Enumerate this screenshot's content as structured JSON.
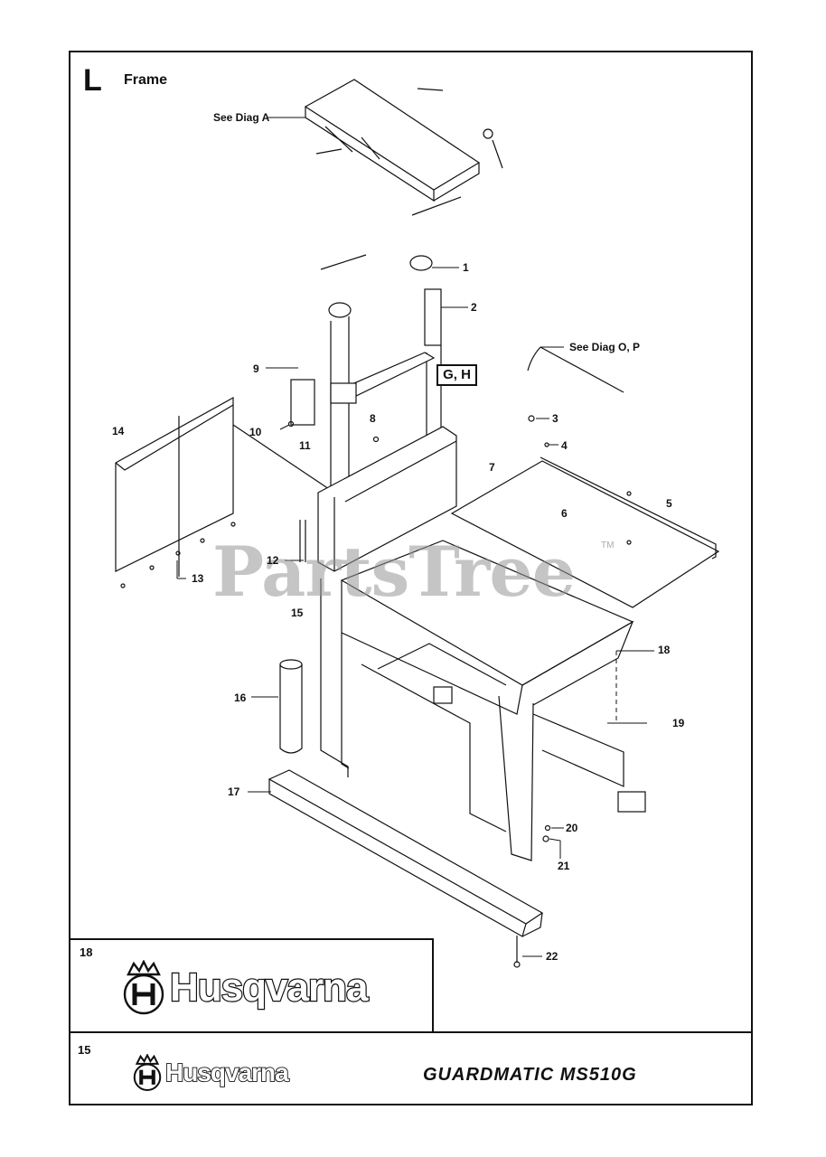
{
  "section": {
    "letter": "L",
    "title": "Frame"
  },
  "references": {
    "diag_a": "See Diag A",
    "diag_op": "See Diag O, P",
    "callout": "G, H"
  },
  "parts": [
    {
      "num": "1"
    },
    {
      "num": "2"
    },
    {
      "num": "3"
    },
    {
      "num": "4"
    },
    {
      "num": "5"
    },
    {
      "num": "6"
    },
    {
      "num": "7"
    },
    {
      "num": "8"
    },
    {
      "num": "9"
    },
    {
      "num": "10"
    },
    {
      "num": "11"
    },
    {
      "num": "12"
    },
    {
      "num": "13"
    },
    {
      "num": "14"
    },
    {
      "num": "15"
    },
    {
      "num": "16"
    },
    {
      "num": "17"
    },
    {
      "num": "18"
    },
    {
      "num": "19"
    },
    {
      "num": "20"
    },
    {
      "num": "21"
    },
    {
      "num": "22"
    }
  ],
  "watermark": {
    "text": "PartsTree",
    "tm": "TM"
  },
  "decals": {
    "large": {
      "num": "18",
      "brand": "Husqvarna"
    },
    "small": {
      "num": "15",
      "brand": "Husqvarna"
    }
  },
  "model": "GUARDMATIC MS510G",
  "colors": {
    "ink": "#111111",
    "watermark": "#969696",
    "paper": "#ffffff"
  }
}
